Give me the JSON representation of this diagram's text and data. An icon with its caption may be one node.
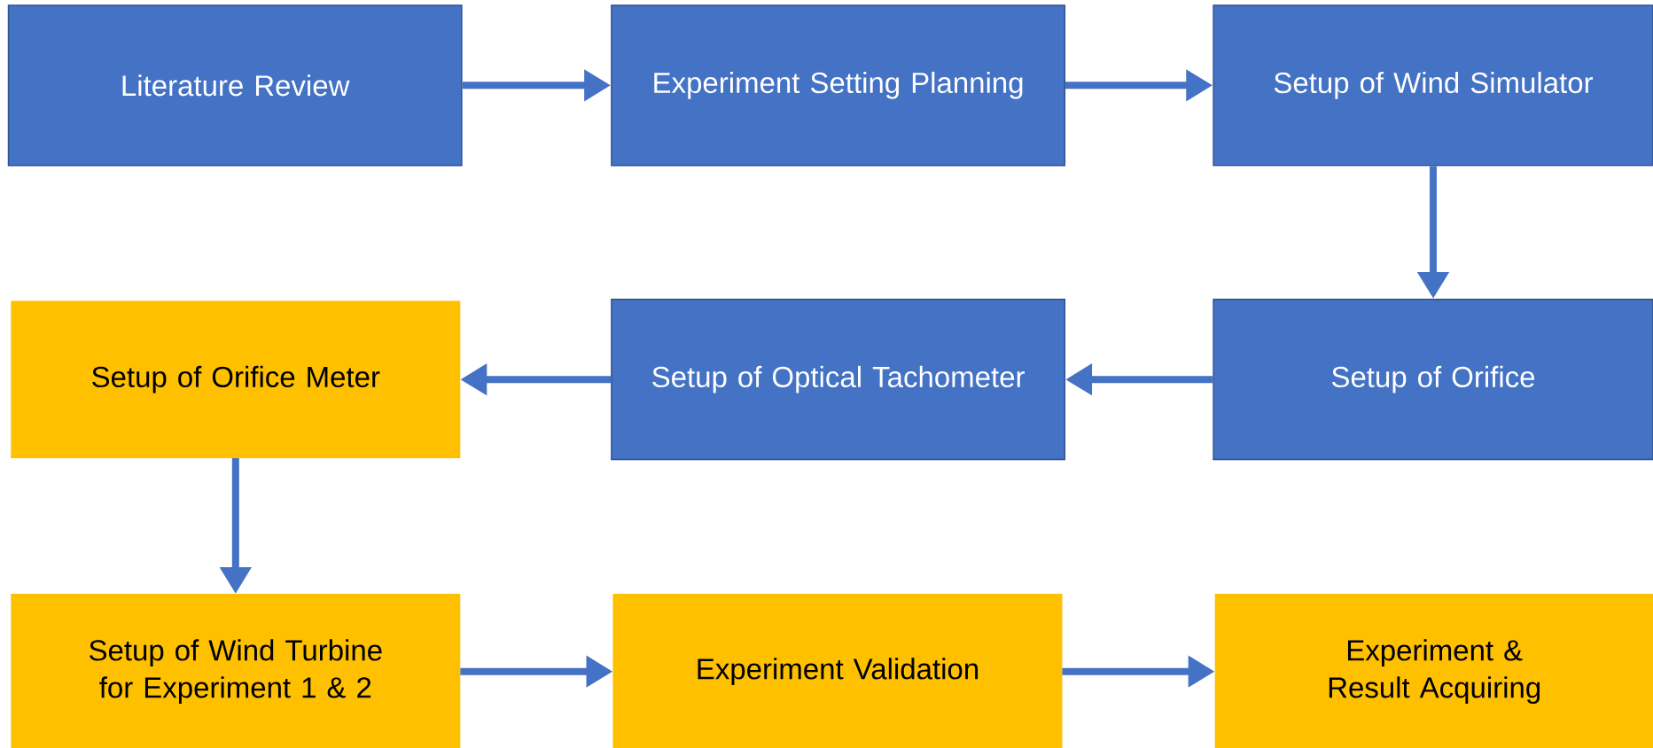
{
  "diagram": {
    "nodes": [
      {
        "text": [
          "Literature Review"
        ]
      },
      {
        "text": [
          "Experiment Setting Planning"
        ]
      },
      {
        "text": [
          "Setup of Wind Simulator"
        ]
      },
      {
        "text": [
          "Setup of Orifice Meter"
        ]
      },
      {
        "text": [
          "Setup of Optical Tachometer"
        ]
      },
      {
        "text": [
          "Setup of Orifice"
        ]
      },
      {
        "text": [
          "Setup of Wind Turbine for Experiment 1 & 2"
        ]
      },
      {
        "text": [
          "Experiment Validation"
        ]
      },
      {
        "text": [
          "Experiment & Result Acquiring"
        ]
      }
    ],
    "edges": [
      {
        "from": 0,
        "to": 1,
        "arrow": "to"
      },
      {
        "from": 1,
        "to": 2,
        "arrow": "to"
      },
      {
        "from": 2,
        "to": 5,
        "arrow": "to"
      },
      {
        "from": 5,
        "to": 4,
        "arrow": "to"
      },
      {
        "from": 4,
        "to": 3,
        "arrow": "to"
      },
      {
        "from": 3,
        "to": 6,
        "arrow": "to"
      },
      {
        "from": 6,
        "to": 7,
        "arrow": "to"
      },
      {
        "from": 7,
        "to": 8,
        "arrow": "to"
      }
    ]
  }
}
